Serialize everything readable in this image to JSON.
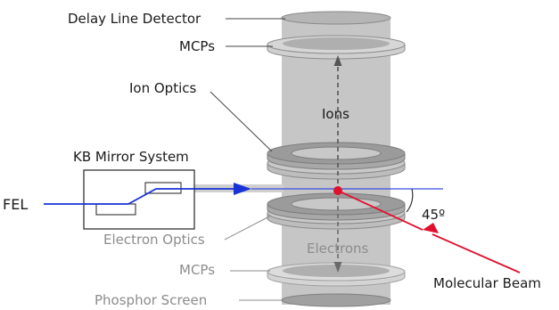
{
  "labels": {
    "delay_line_detector": "Delay Line Detector",
    "mcps_top": "MCPs",
    "ion_optics": "Ion Optics",
    "ions": "Ions",
    "kb_mirror_system": "KB Mirror System",
    "fel": "FEL",
    "angle": "45º",
    "electron_optics": "Electron Optics",
    "electrons": "Electrons",
    "mcps_bottom": "MCPs",
    "phosphor_screen": "Phosphor Screen",
    "molecular_beam": "Molecular Beam"
  },
  "colors": {
    "beam_blue": "#1a33d6",
    "molecular_red": "#e0102e",
    "cylinder_grey": "#c4c4c4",
    "disk_grey": "#9a9a9a",
    "dark_text": "#1a1a1a",
    "grey_text": "#8c8c8c"
  }
}
